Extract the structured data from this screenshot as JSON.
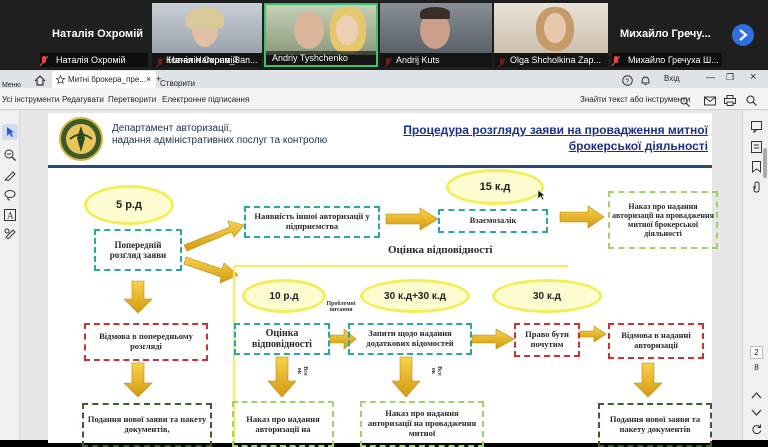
{
  "video_strip": {
    "left_name": "Наталія Охромій",
    "right_name": "Михайло  Гречу...",
    "tiles": [
      {
        "name": "Наталія Охромій",
        "muted": true
      },
      {
        "name": "Ксенія Нагорна_Зап...",
        "muted": true
      },
      {
        "name": "Andriy Tyshchenko",
        "muted": false
      },
      {
        "name": "Andrij Kuts",
        "muted": true
      },
      {
        "name": "Olga Shcholkina Zap...",
        "muted": true
      },
      {
        "name": "Михайло Гречуха Ш...",
        "muted": true
      }
    ],
    "next_icon": "chevron-right-icon"
  },
  "tabbar": {
    "home_label": "Меню",
    "tab_title": "Митні брокера_пре...",
    "new_tab_label": "Створити",
    "signin_label": "Вхід"
  },
  "menubar": {
    "items": [
      "Усі інструменти",
      "Редагувати",
      "Перетворити",
      "Електронне підписання"
    ],
    "search_label": "Знайти текст або інструменти"
  },
  "rightbar": {
    "page_current": "2",
    "page_total": "8"
  },
  "slide": {
    "dept_line1": "Департамент авторизації,",
    "dept_line2": "надання адміністративних послуг та контролю",
    "title_line1": "Процедура розгляду заяви на провадження митної",
    "title_line2": "брокерської діяльності",
    "oval_5": "5 р.д",
    "oval_15": "15 к.д",
    "oval_10": "10 р.д",
    "oval_30_30": "30 к.д+30 к.д",
    "oval_30": "30 к.д",
    "box_prelim": "Попередній розгляд заяви",
    "box_other_auth": "Наявність іншої авторизації у підприємства",
    "box_mutual": "Взаємозалік",
    "box_order_top": "Наказ про надання авторизації на провадження митної брокерської діяльності",
    "section_title": "Оцінка відповідності",
    "box_refusal_prelim": "Відмова в попередньому розгляді",
    "box_assessment": "Оцінка відповідності",
    "problem_label": "Проблемні питання",
    "box_requests": "Запити щодо надання додаткових відомостей",
    "box_right_heard": "Право бути почутим",
    "box_refusal_auth": "Відмова в наданні авторизації",
    "box_new_app_left": "Подання нової заяви та пакету документів,",
    "box_order_mid": "Наказ про надання авторизації на",
    "box_order_mid2": "Наказ про надання авторизації на провадження митної",
    "box_new_app_right": "Подання нової заяви та пакету документів",
    "vse_ok": "Все ок"
  }
}
